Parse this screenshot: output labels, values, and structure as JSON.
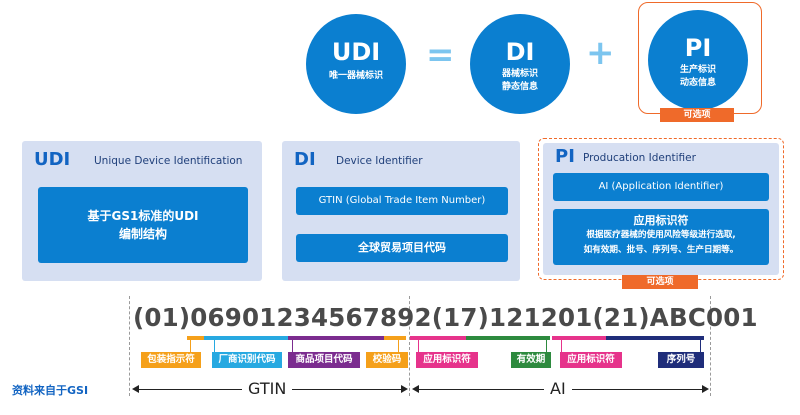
{
  "formula": {
    "udi": {
      "abbr": "UDI",
      "label": "唯一器械标识"
    },
    "equals": "=",
    "di": {
      "abbr": "DI",
      "line1": "器械标识",
      "line2": "静态信息"
    },
    "plus": "+",
    "pi": {
      "abbr": "PI",
      "line1": "生产标识",
      "line2": "动态信息"
    },
    "optional": "可选项"
  },
  "panels": {
    "udi": {
      "abbr": "UDI",
      "full": "Unique Device Identification",
      "box_line1": "基于GS1标准的UDI",
      "box_line2": "编制结构"
    },
    "di": {
      "abbr": "DI",
      "full": "Device Identifier",
      "gtin": "GTIN  (Global Trade Item Number)",
      "cn": "全球贸易项目代码"
    },
    "pi": {
      "abbr": "PI",
      "full": "Producation Identifier",
      "ai": "AI  (Application Identifier)",
      "title": "应用标识符",
      "desc1": "根据医疗器械的使用风险等级进行选取,",
      "desc2": "如有效期、批号、序列号、生产日期等。",
      "optional": "可选项"
    }
  },
  "code": "(01)06901234567892(17)121201(21)ABC001",
  "segments": [
    {
      "label": "包装指示符",
      "color": "#f5a01a"
    },
    {
      "label": "厂商识别代码",
      "color": "#27a9e1"
    },
    {
      "label": "商品项目代码",
      "color": "#7b2c8f"
    },
    {
      "label": "校验码",
      "color": "#f5a01a"
    },
    {
      "label": "应用标识符",
      "color": "#e6338b"
    },
    {
      "label": "有效期",
      "color": "#2d8a3e"
    },
    {
      "label": "应用标识符",
      "color": "#e6338b"
    },
    {
      "label": "序列号",
      "color": "#1f2d7a"
    }
  ],
  "axis": {
    "gtin": "GTIN",
    "ai": "AI"
  },
  "source": "资料来自于GSI"
}
